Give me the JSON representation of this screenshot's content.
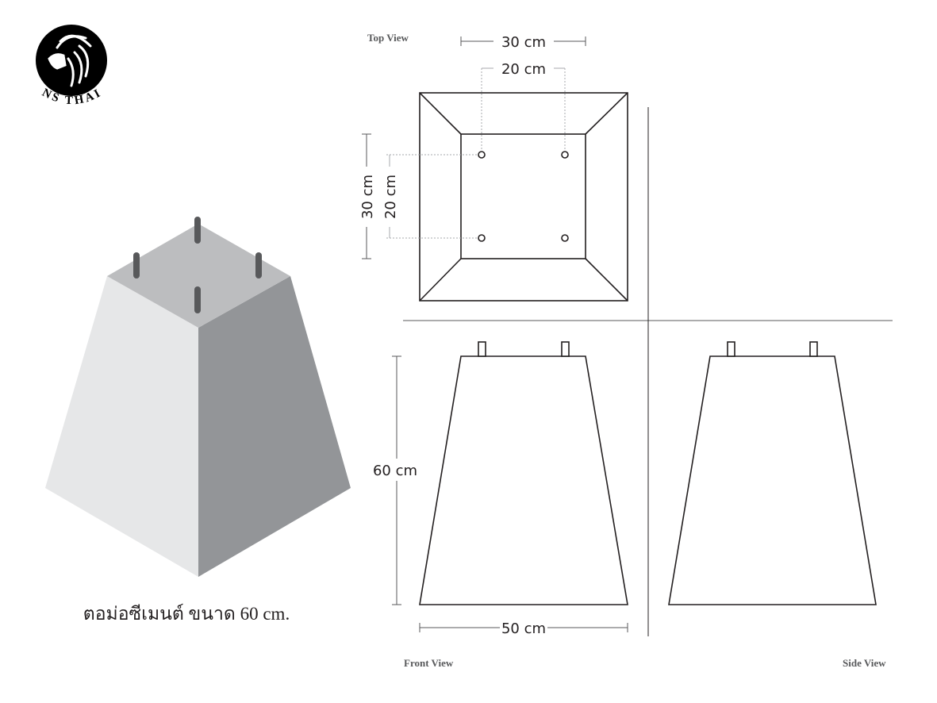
{
  "logo": {
    "text": "NS THAI"
  },
  "caption": "ตอม่อซีเมนต์ ขนาด 60 cm.",
  "views": {
    "top": "Top View",
    "front": "Front View",
    "side": "Side View"
  },
  "dimensions": {
    "top_outer_width": "30 cm",
    "top_pin_spacing_x": "20 cm",
    "top_outer_depth": "30 cm",
    "top_pin_spacing_y": "20 cm",
    "height": "60 cm",
    "base_width": "50 cm"
  },
  "colors": {
    "top_face": "#bcbdbf",
    "left_face": "#e6e7e8",
    "right_face": "#939598",
    "pin": "#58595b",
    "line": "#231f20",
    "guide": "#a7a9ac"
  }
}
